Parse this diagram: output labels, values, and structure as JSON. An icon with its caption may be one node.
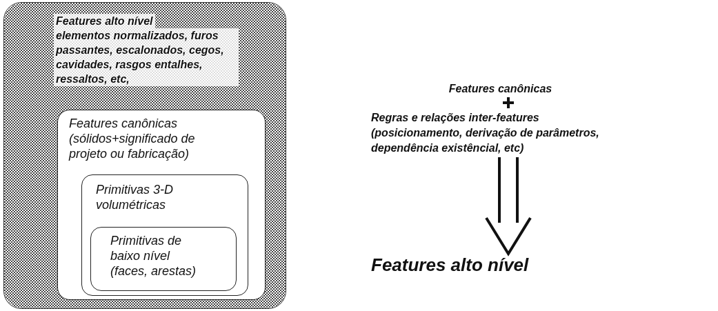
{
  "diagram": {
    "nodes": [
      {
        "text": [
          "Features alto nível",
          "elementos normalizados, furos passantes, escalonados, cegos, cavidades, rasgos entalhes, ressaltos, etc,"
        ]
      },
      {
        "text": [
          "Features canônicas",
          "(sólidos+significado de projeto ou fabricação)"
        ],
        "in": 0
      },
      {
        "text": [
          "Primitivas 3-D volumétricas"
        ],
        "in": 1
      },
      {
        "text": [
          "Primitivas de baixo nível",
          "(faces, arestas)"
        ],
        "in": 2
      },
      {
        "text": [
          "Features canônicas",
          "Regras e relações inter-features",
          "(posicionamento, derivação de parâmetros, dependência existêncial, etc)"
        ]
      },
      {
        "text": [
          "Features alto nível"
        ]
      }
    ],
    "edges": [
      {
        "from": 4,
        "to": 5,
        "arrow": "to"
      }
    ]
  }
}
